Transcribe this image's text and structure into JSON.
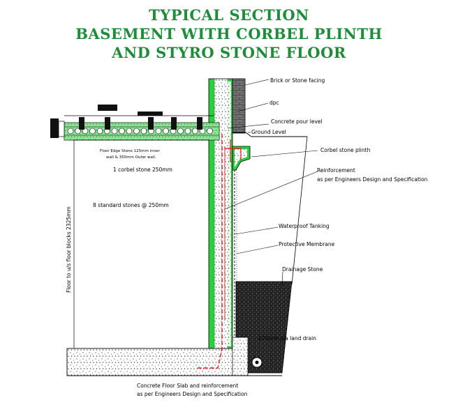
{
  "title": {
    "line1": "TYPICAL SECTION",
    "line2": "BASEMENT WITH CORBEL PLINTH",
    "line3": "AND STYRO STONE FLOOR"
  },
  "labels": {
    "brick_facing": "Brick or Stone facing",
    "dpc": "dpc",
    "concrete_pour": "Concrete pour level",
    "ground_level": "Ground Level",
    "corbel_plinth": "Corbel stone plinth",
    "reinforcement_1": "Reinforcement",
    "reinforcement_2": "as per Engineers Design and Specification",
    "waterproof": "Waterproof Tanking",
    "membrane": "Protective Membrane",
    "drainage": "Drainage Stone",
    "land_drain": "100mm dia land drain",
    "floor_edge_1": "Floor Edge Stone 125mm inner",
    "floor_edge_2": "wall & 350mm Outer wall.",
    "corbel_stone": "1 corbel stone 250mm",
    "standard_stones": "8 standard stones @ 250mm",
    "floor_height": "Floor to u/s floor blocks 2325mm",
    "slab_1": "Concrete Floor Slab and reinforcement",
    "slab_2": "as per Engineers Design and Specification"
  },
  "colors": {
    "title": "#1f8c3c",
    "wall_green": "#2ecc40",
    "rebar_red": "#e8161b",
    "ink": "#000000"
  }
}
